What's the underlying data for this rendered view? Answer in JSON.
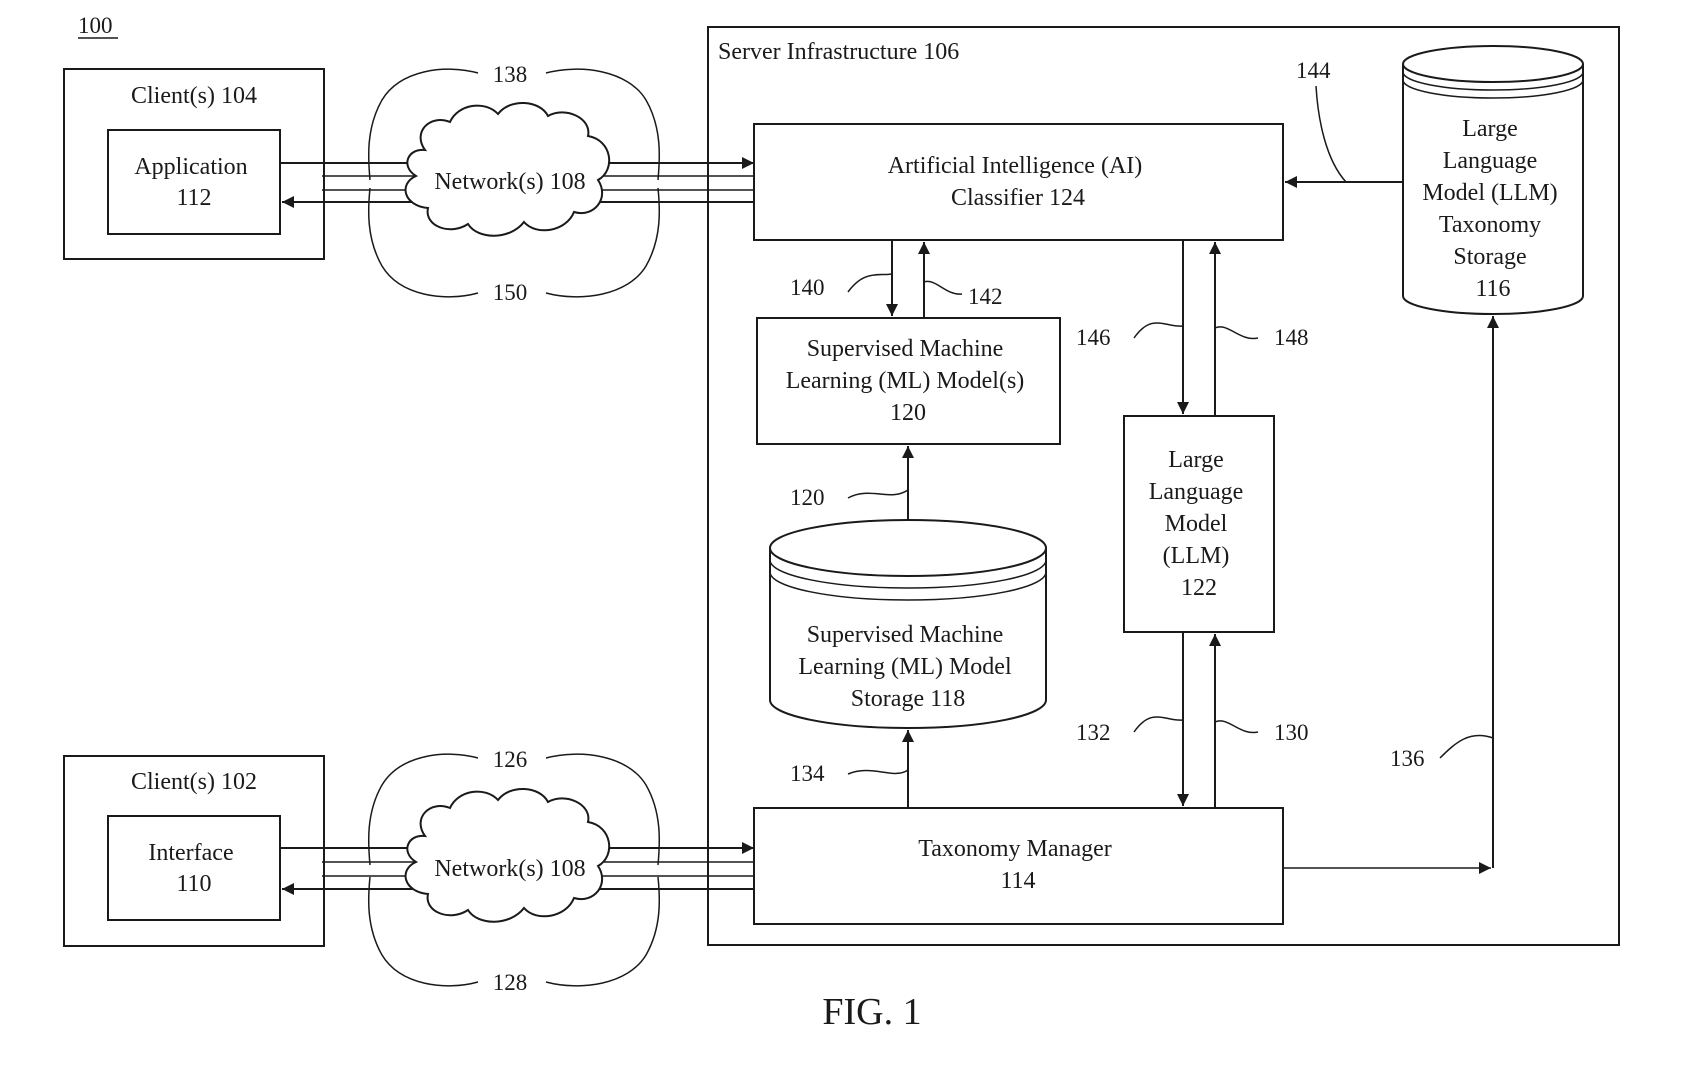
{
  "figure_number": "100",
  "figure_caption": "FIG. 1",
  "server": {
    "label": "Server Infrastructure 106"
  },
  "client_104": {
    "label": "Client(s) 104",
    "app": [
      "Application",
      "112"
    ]
  },
  "client_102": {
    "label": "Client(s) 102",
    "iface": [
      "Interface",
      "110"
    ]
  },
  "network_top": {
    "label": "Network(s) 108",
    "ref_above": "138",
    "ref_below": "150"
  },
  "network_bottom": {
    "label": "Network(s) 108",
    "ref_above": "126",
    "ref_below": "128"
  },
  "ai_classifier": {
    "lines": [
      "Artificial Intelligence (AI)",
      "Classifier 124"
    ]
  },
  "supervised_ml_model": {
    "lines": [
      "Supervised Machine",
      "Learning (ML) Model(s)",
      "120"
    ]
  },
  "supervised_ml_storage": {
    "lines": [
      "Supervised Machine",
      "Learning (ML) Model",
      "Storage 118"
    ]
  },
  "llm": {
    "lines": [
      "Large",
      "Language",
      "Model",
      "(LLM)",
      "122"
    ]
  },
  "llm_taxonomy_storage": {
    "lines": [
      "Large",
      "Language",
      "Model (LLM)",
      "Taxonomy",
      "Storage",
      "116"
    ]
  },
  "taxonomy_manager": {
    "lines": [
      "Taxonomy Manager",
      "114"
    ]
  },
  "flow_refs": {
    "r144": "144",
    "r140": "140",
    "r142": "142",
    "r146": "146",
    "r148": "148",
    "r120": "120",
    "r134": "134",
    "r132": "132",
    "r130": "130",
    "r136": "136"
  }
}
